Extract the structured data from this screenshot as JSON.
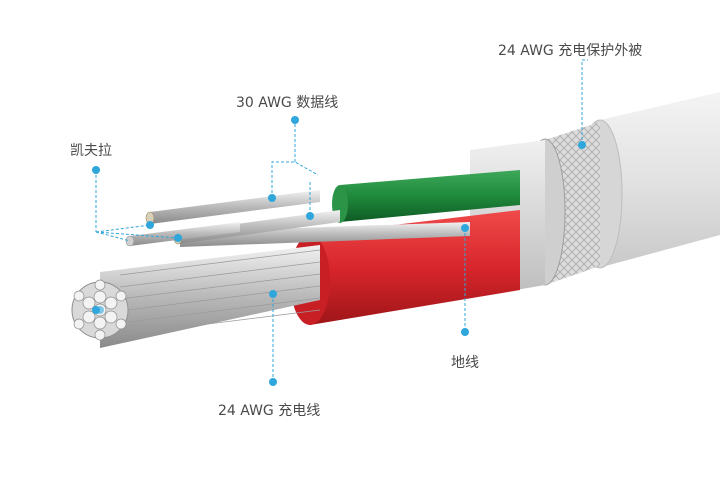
{
  "labels": {
    "outer_jacket": "24 AWG 充电保护外被",
    "data_wire": "30 AWG 数据线",
    "kevlar": "凯夫拉",
    "ground_wire": "地线",
    "power_wire": "24 AWG 充电线"
  },
  "colors": {
    "leader": "#2fa6dc",
    "green_insulation": "#1f8a3c",
    "red_insulation": "#d8262c",
    "jacket": "#e6e6e6",
    "text": "#4a4a4a"
  }
}
